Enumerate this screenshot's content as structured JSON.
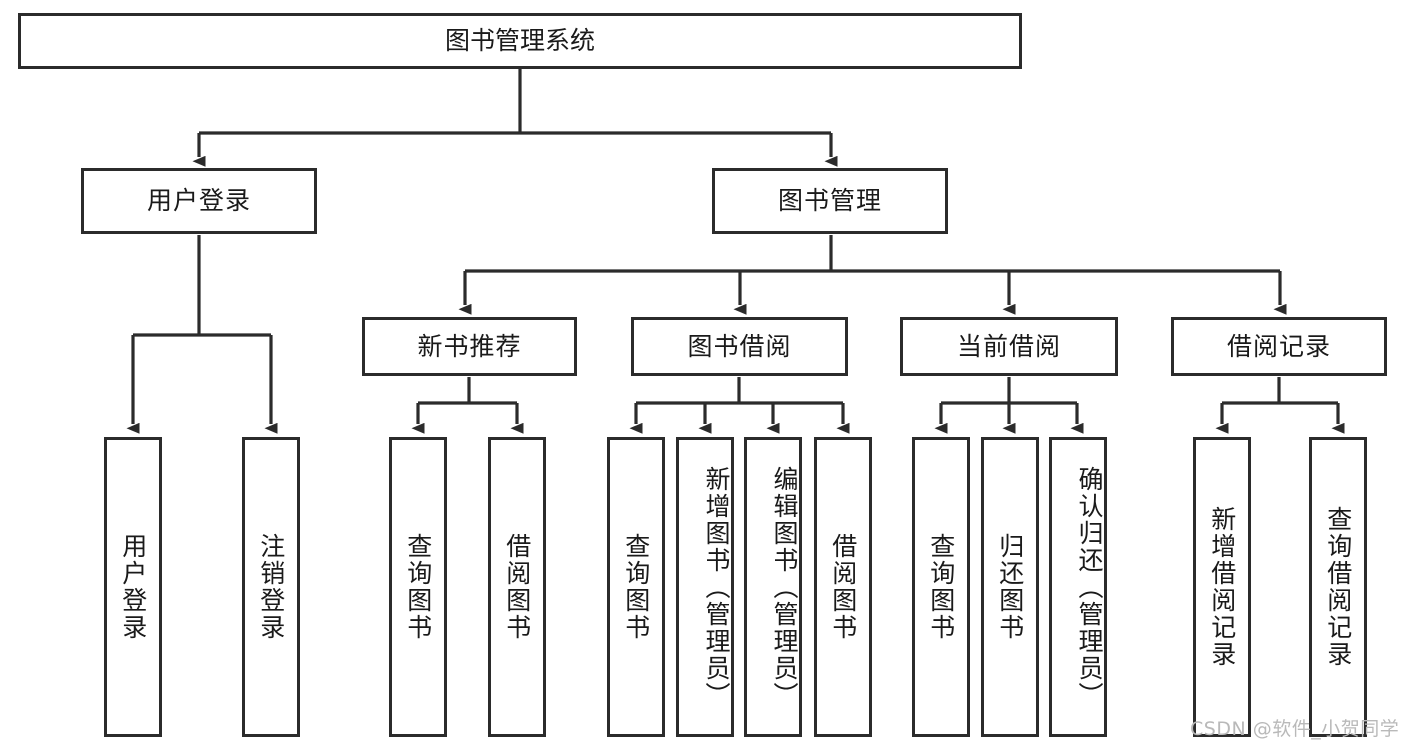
{
  "diagram": {
    "title": "图书管理系统",
    "type": "tree-hierarchy",
    "watermark": "CSDN @软件_小贺同学",
    "colors": {
      "stroke": "#2b2b2b",
      "fill": "#ffffff",
      "text": "#1a1a1a",
      "watermark": "#b9b9b9"
    },
    "levels": {
      "root": {
        "label": "图书管理系统"
      },
      "level2": [
        {
          "label": "用户登录"
        },
        {
          "label": "图书管理"
        }
      ],
      "level3": [
        {
          "label": "新书推荐"
        },
        {
          "label": "图书借阅"
        },
        {
          "label": "当前借阅"
        },
        {
          "label": "借阅记录"
        }
      ],
      "leaves": {
        "user_login": [
          {
            "label": "用户登录"
          },
          {
            "label": "注销登录"
          }
        ],
        "new_book_recommend": [
          {
            "label": "查询图书"
          },
          {
            "label": "借阅图书"
          }
        ],
        "book_borrow": [
          {
            "label": "查询图书"
          },
          {
            "label": "新增图书（管理员）"
          },
          {
            "label": "编辑图书（管理员）"
          },
          {
            "label": "借阅图书"
          }
        ],
        "current_borrow": [
          {
            "label": "查询图书"
          },
          {
            "label": "归还图书"
          },
          {
            "label": "确认归还（管理员）"
          }
        ],
        "borrow_record": [
          {
            "label": "新增借阅记录"
          },
          {
            "label": "查询借阅记录"
          }
        ]
      }
    }
  }
}
